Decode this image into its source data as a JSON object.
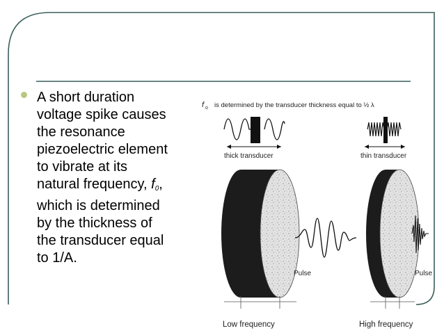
{
  "slide": {
    "body_lines": [
      "A short duration",
      "voltage spike causes",
      "the resonance",
      "piezoelectric element",
      "to vibrate at its",
      "natural frequency, ",
      "which is determined",
      "by the thickness of",
      "the transducer equal",
      "to 1/A."
    ],
    "f0_symbol": "f",
    "f0_subscript": "0",
    "f0_trailing": ","
  },
  "figure": {
    "caption_symbol": "f",
    "caption_subscript": "o",
    "caption_text": "is determined by the transducer thickness equal to ½ λ",
    "thick_label": "thick transducer",
    "thin_label": "thin transducer",
    "pulse_left": "Pulse",
    "pulse_right": "Pulse",
    "low_label": "Low frequency",
    "high_label": "High frequency"
  },
  "colors": {
    "frame": "#3a5f5a",
    "bullet": "#b8c87f"
  }
}
